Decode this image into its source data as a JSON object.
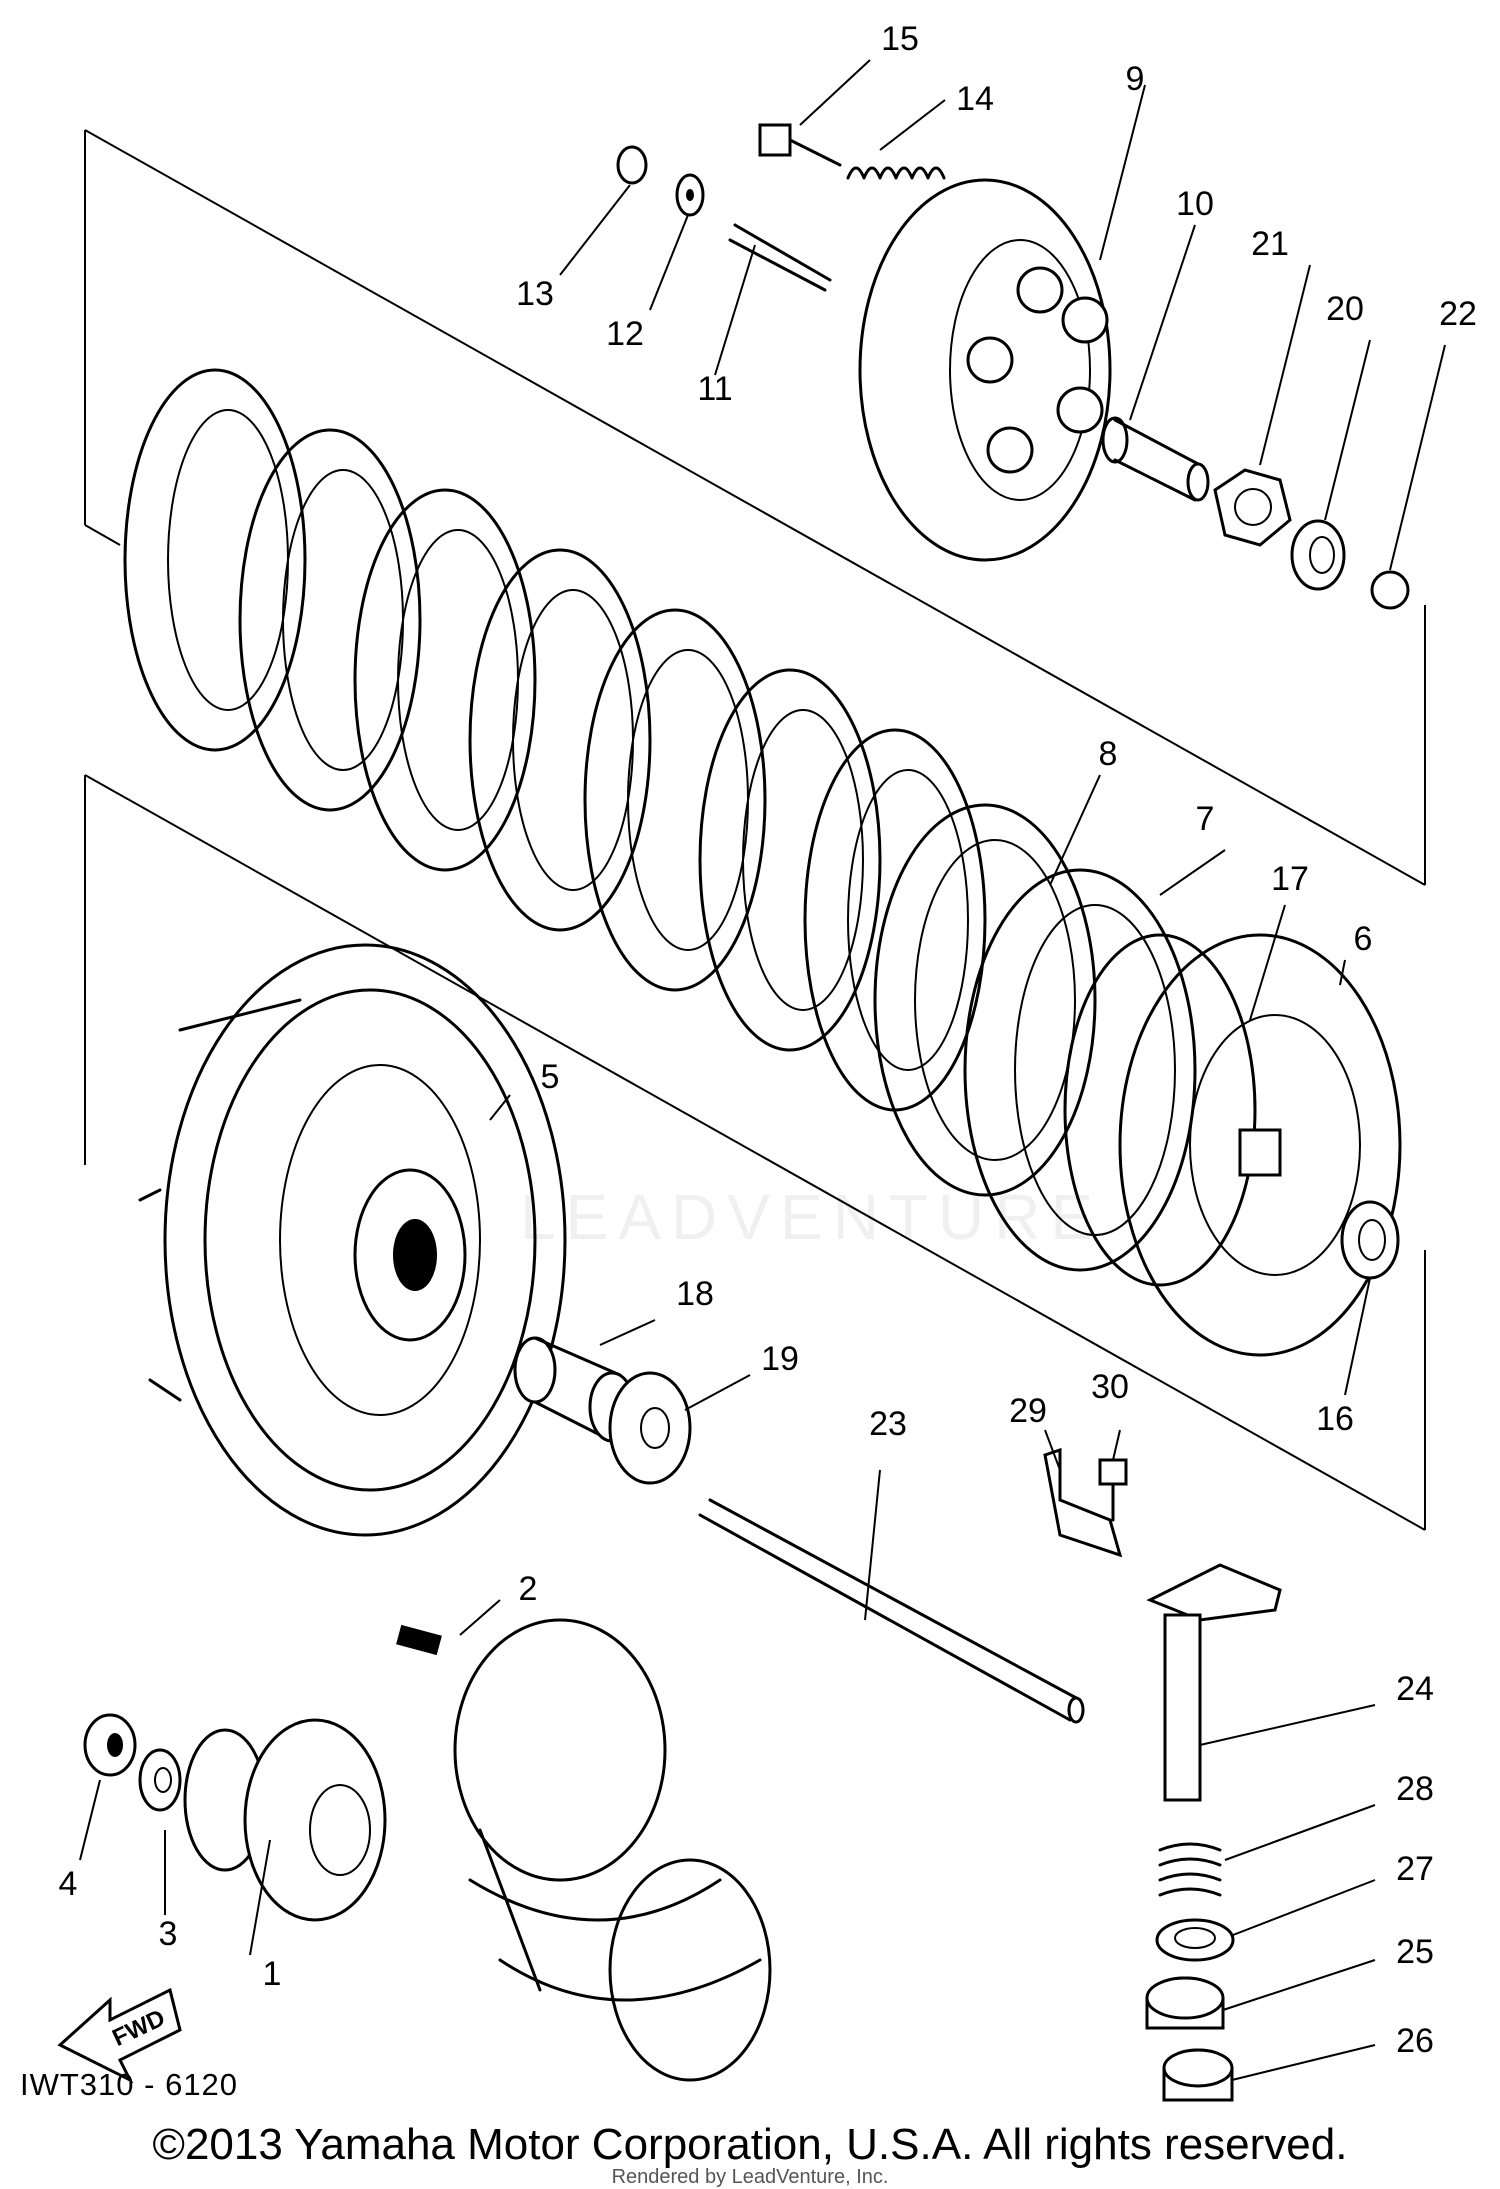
{
  "diagram": {
    "callouts": [
      "1",
      "2",
      "3",
      "4",
      "5",
      "6",
      "7",
      "8",
      "9",
      "10",
      "11",
      "12",
      "13",
      "14",
      "15",
      "16",
      "17",
      "18",
      "19",
      "20",
      "21",
      "22",
      "23",
      "24",
      "25",
      "26",
      "27",
      "28",
      "29",
      "30"
    ],
    "direction_label": "FWD",
    "drawing_code": "IWT310 - 6120",
    "watermark": "LEADVENTURE"
  },
  "footer": {
    "copyright": "©2013 Yamaha Motor Corporation, U.S.A. All rights reserved.",
    "rendered_by": "Rendered by LeadVenture, Inc."
  }
}
